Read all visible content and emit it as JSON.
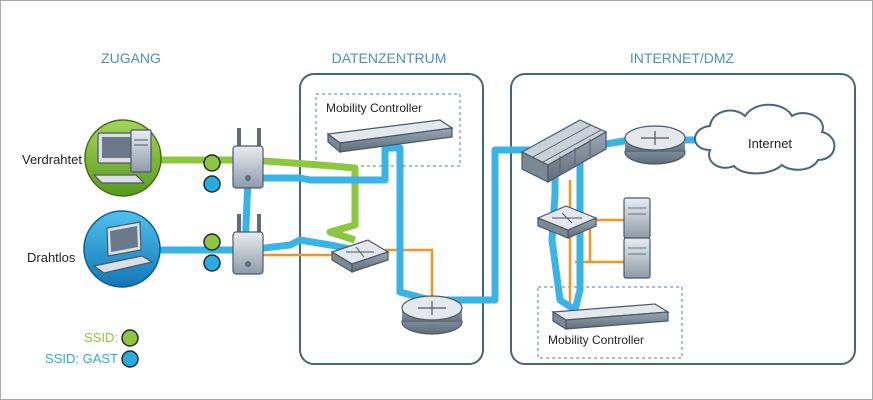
{
  "sections": {
    "access": "ZUGANG",
    "datacenter": "DATENZENTRUM",
    "internet_dmz": "INTERNET/DMZ"
  },
  "clients": {
    "wired": "Verdrahtet",
    "wireless": "Drahtlos"
  },
  "controllers": {
    "datacenter_label": "Mobility Controller",
    "dmz_label": "Mobility Controller"
  },
  "cloud_label": "Internet",
  "legend": {
    "ssid_label": "SSID:",
    "ssid_guest_label": "SSID: GAST"
  },
  "colors": {
    "section_title": "#4a90c2",
    "box_border": "#45667f",
    "green_link": "#8dc63f",
    "blue_link": "#3ab4e6",
    "orange_link": "#f7941d",
    "legend_green_text": "#8dc63f",
    "legend_blue_text": "#29abe2"
  },
  "icons": [
    "desktop-pc-icon",
    "laptop-icon",
    "access-point-icon",
    "switch-icon",
    "router-icon",
    "firewall-icon",
    "server-icon",
    "cloud-icon"
  ]
}
